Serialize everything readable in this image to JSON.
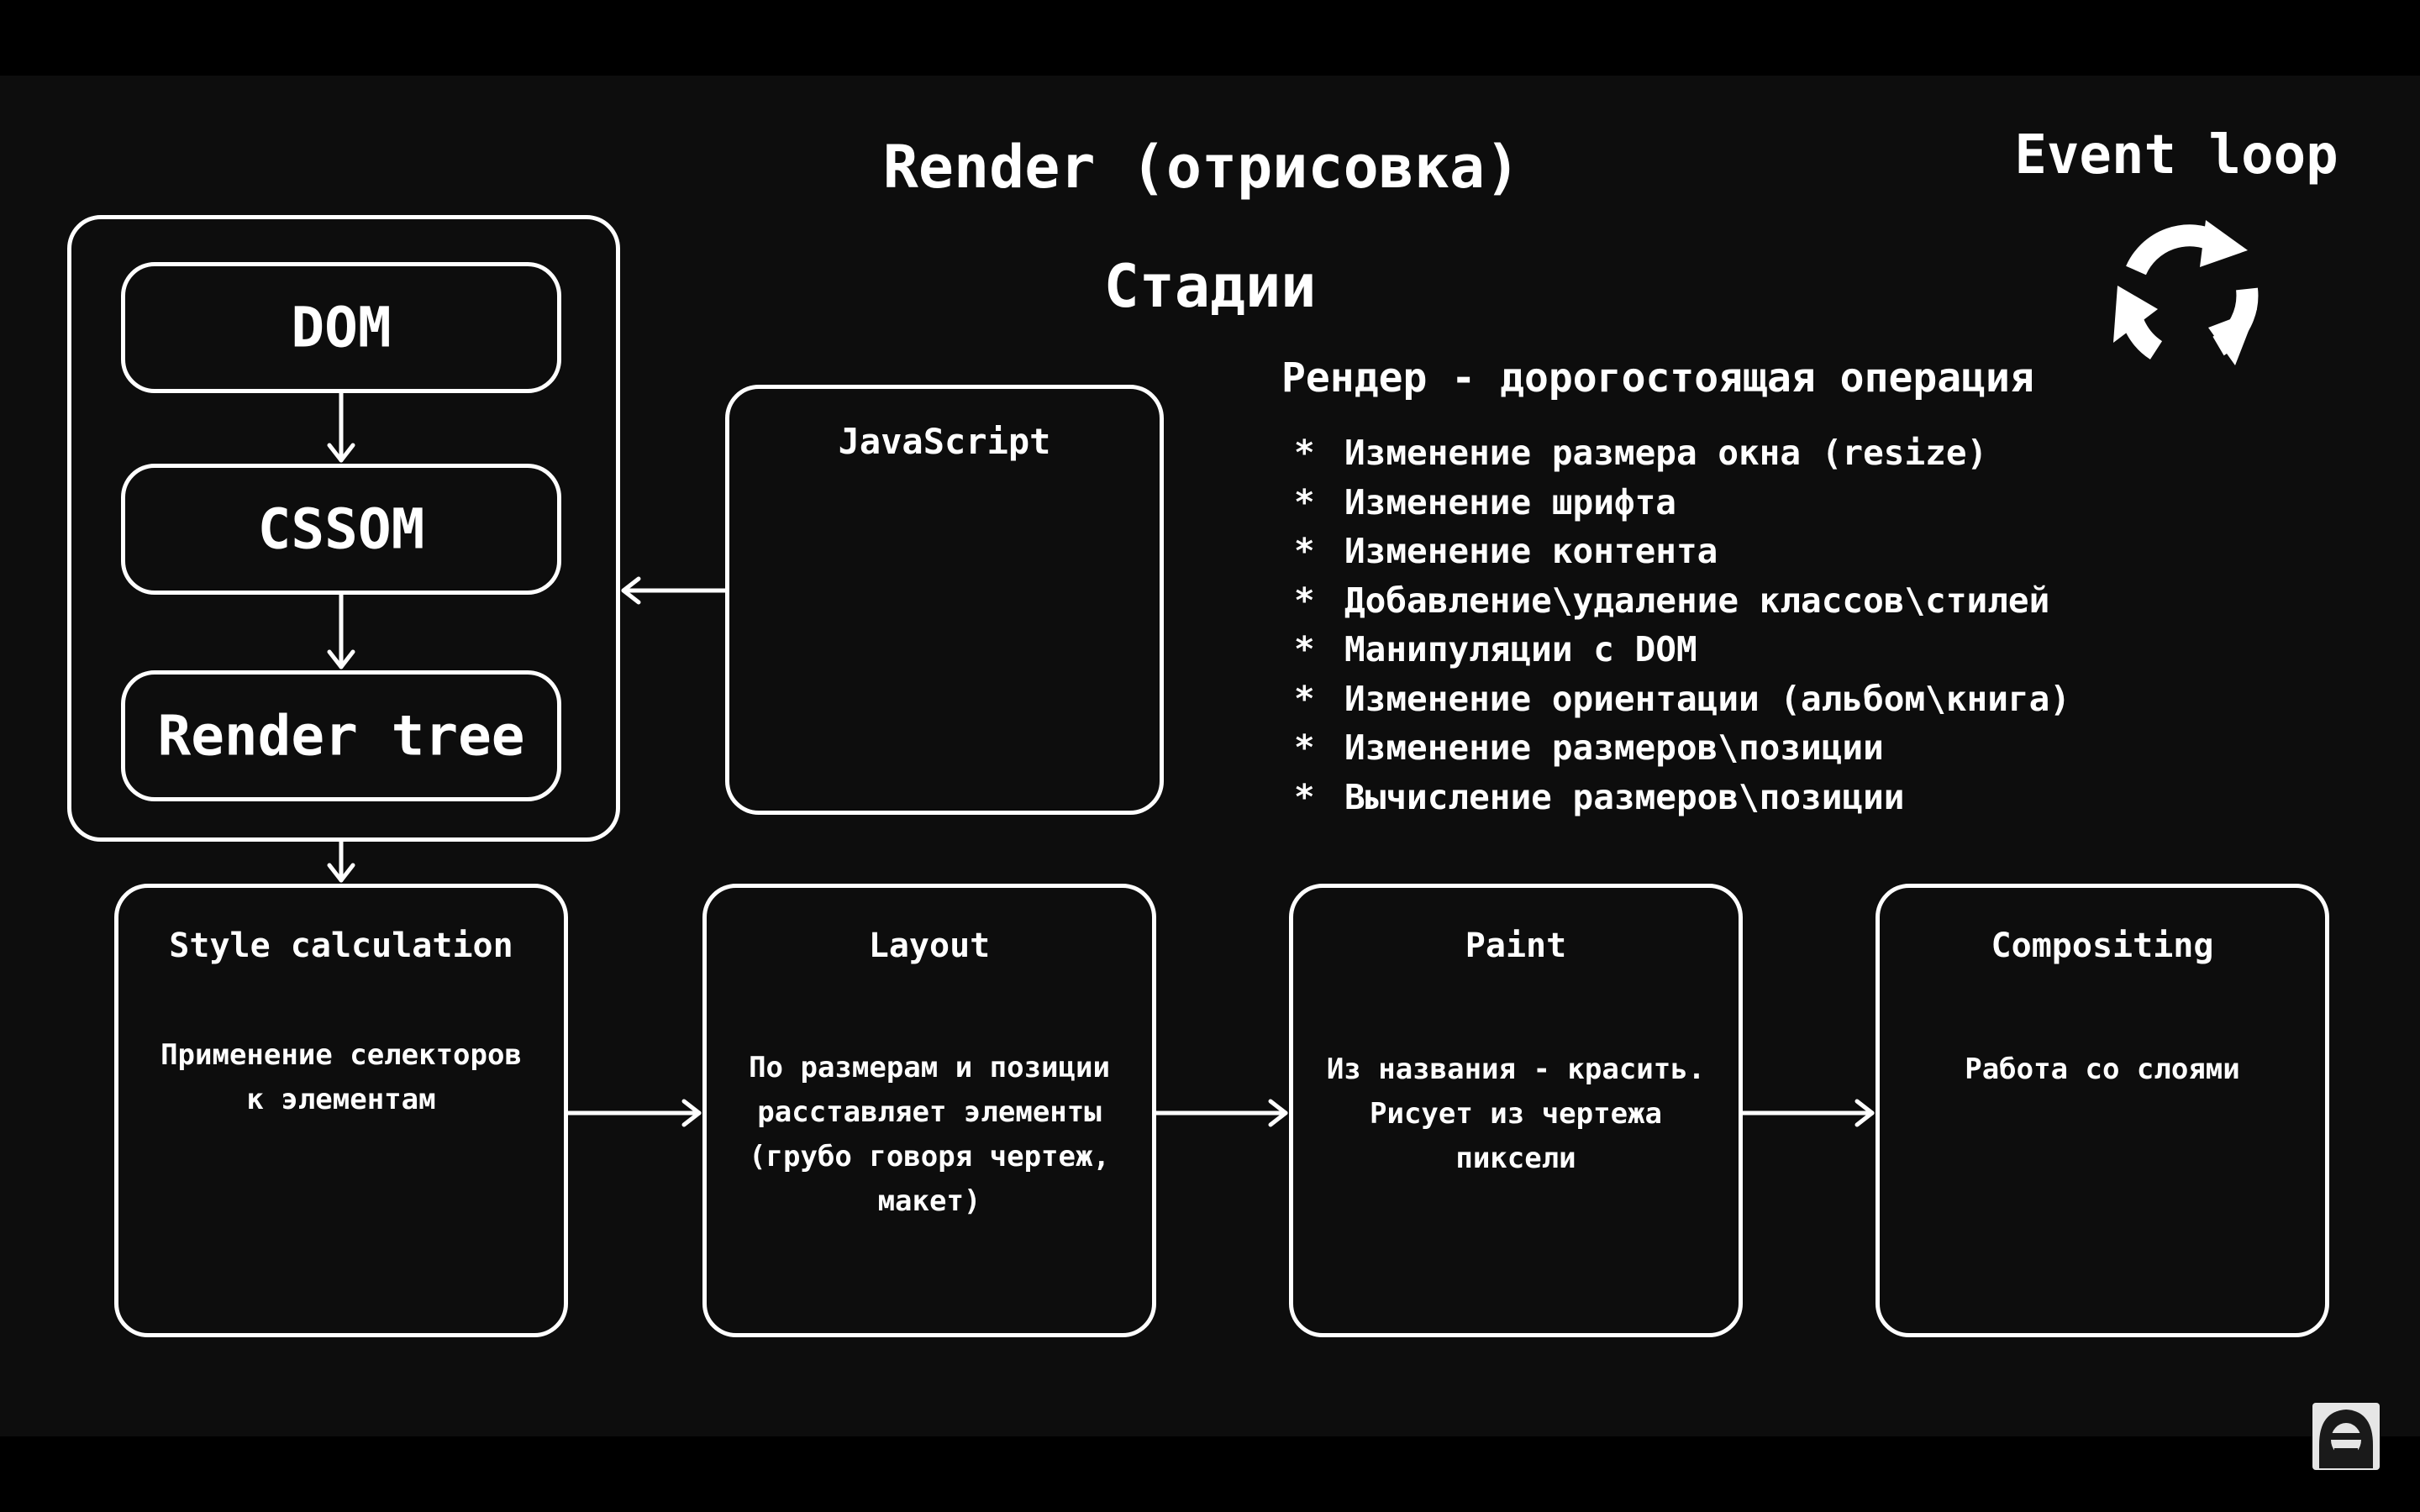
{
  "slide": {
    "title": "Render (отрисовка)",
    "subtitle": "Стадии",
    "event_loop": {
      "title": "Event loop",
      "icon": "cycle-arrows-icon"
    }
  },
  "pipeline_top": {
    "dom": "DOM",
    "cssom": "CSSOM",
    "render_tree": "Render tree",
    "javascript": "JavaScript"
  },
  "stages": [
    {
      "title": "Style calculation",
      "desc": [
        "Применение селекторов",
        "к элементам"
      ]
    },
    {
      "title": "Layout",
      "desc": [
        "По размерам и позиции",
        "расставляет элементы",
        "(грубо говоря чертеж,",
        "макет)"
      ]
    },
    {
      "title": "Paint",
      "desc": [
        "Из названия - красить.",
        "Рисует из чертежа",
        "пиксели"
      ]
    },
    {
      "title": "Compositing",
      "desc": [
        "Работа со слоями"
      ]
    }
  ],
  "info": {
    "heading": "Рендер - дорогостоящая операция",
    "bullet_symbol": "*",
    "items": [
      "Изменение размера окна (resize)",
      "Изменение шрифта",
      "Изменение контента",
      "Добавление\\удаление классов\\стилей",
      "Манипуляции с DOM",
      "Изменение ориентации (альбом\\книга)",
      "Изменение размеров\\позиции",
      "Вычисление размеров\\позиции"
    ]
  },
  "colors": {
    "background": "#0d0d0d",
    "letterbox": "#000000",
    "foreground": "#ffffff"
  },
  "overlay": {
    "avatar_icon": "hooded-figure-avatar-icon"
  }
}
